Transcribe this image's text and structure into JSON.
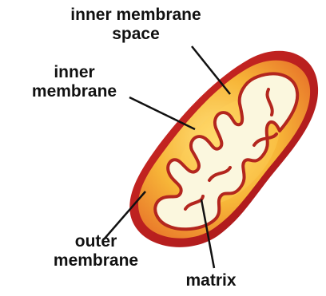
{
  "labels": {
    "inner_membrane_space": {
      "line1": "inner membrane",
      "line2": "space"
    },
    "inner_membrane": {
      "line1": "inner",
      "line2": "membrane"
    },
    "outer_membrane": {
      "line1": "outer",
      "line2": "membrane"
    },
    "matrix": {
      "line1": "matrix"
    }
  },
  "colors": {
    "outer_membrane": "#c21f1f",
    "intermembrane_space": "#f6a82c",
    "intermembrane_highlight": "#ffd25a",
    "inner_membrane": "#b3261e",
    "matrix": "#fbf7de",
    "leader_lines": "#111111"
  }
}
